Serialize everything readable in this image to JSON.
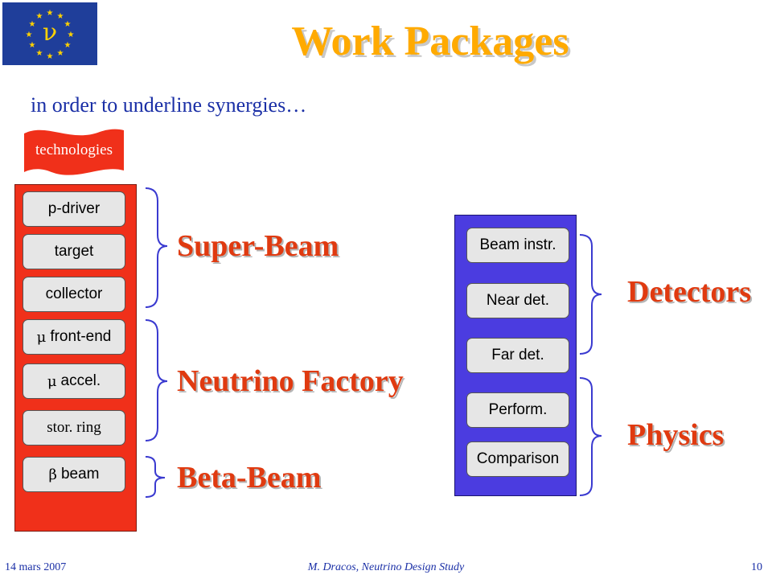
{
  "header": {
    "title": "Work Packages",
    "subtitle": "in order to underline synergies…",
    "logo_glyph": "ν"
  },
  "technologies": {
    "label": "technologies",
    "items": [
      {
        "greek": "",
        "label": "p-driver"
      },
      {
        "greek": "",
        "label": "target"
      },
      {
        "greek": "",
        "label": "collector"
      },
      {
        "greek": "μ",
        "label": "front-end"
      },
      {
        "greek": "μ",
        "label": "accel."
      },
      {
        "greek": "",
        "label": "stor. ring"
      },
      {
        "greek": "β",
        "label": "beam"
      }
    ]
  },
  "categories": {
    "super_beam": "Super-Beam",
    "neutrino_factory": "Neutrino Factory",
    "beta_beam": "Beta-Beam",
    "detectors": "Detectors",
    "physics": "Physics"
  },
  "detectors_column": {
    "items": [
      "Beam instr.",
      "Near det.",
      "Far det.",
      "Perform.",
      "Comparison"
    ]
  },
  "footer": {
    "date": "14 mars 2007",
    "author": "M. Dracos, Neutrino Design Study",
    "page": "10"
  },
  "colors": {
    "title": "#ffaa00",
    "category": "#e03a10",
    "red_panel": "#f0301a",
    "blue_panel": "#4b3ce0",
    "brace": "#3a3ad0",
    "text_blue": "#1a2fa6"
  }
}
